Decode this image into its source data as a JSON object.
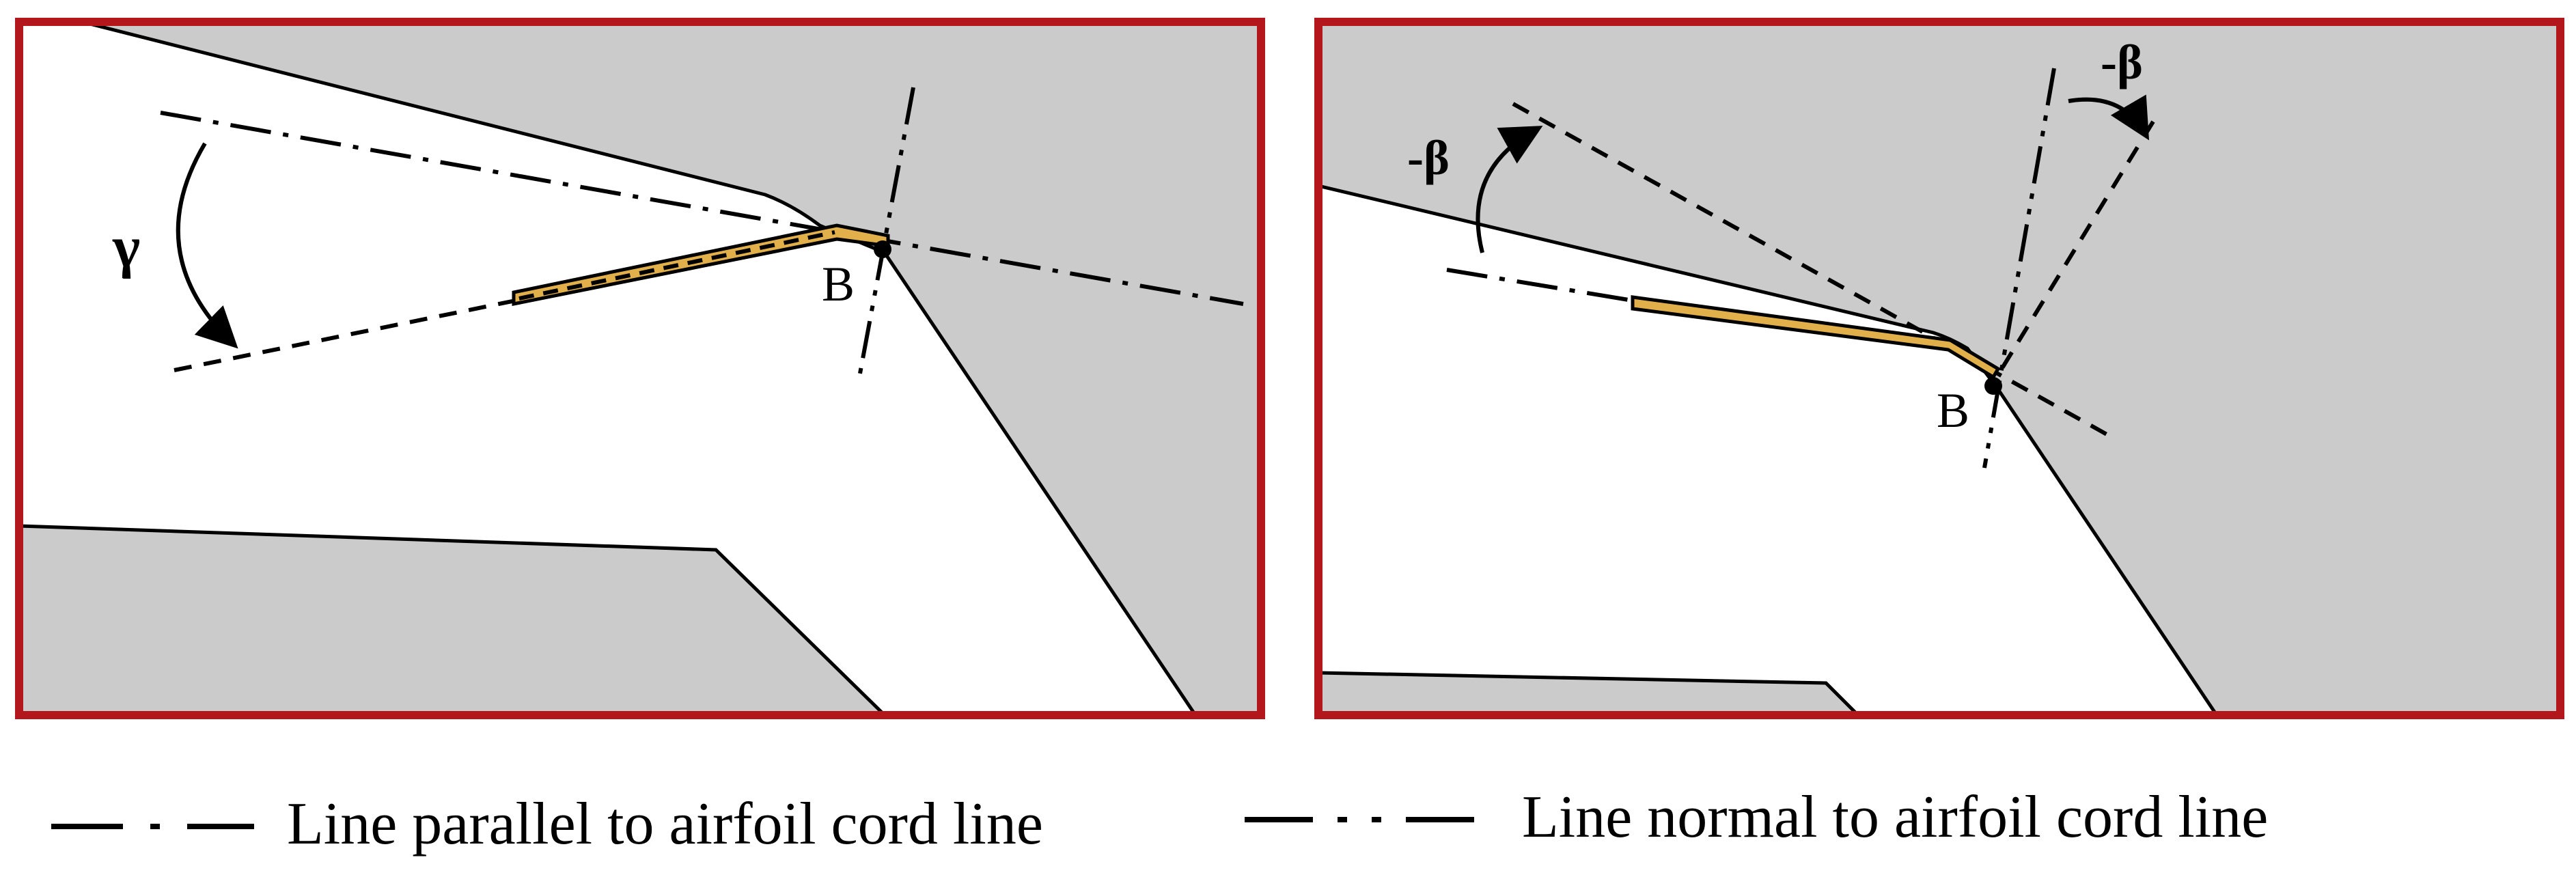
{
  "panels": {
    "left": {
      "point_label": "B",
      "angle_label": "γ"
    },
    "right": {
      "point_label": "B",
      "angle_label_left": "-β",
      "angle_label_top": "-β"
    }
  },
  "legend": [
    {
      "style": "dash-dot",
      "label": "Line parallel to airfoil cord line"
    },
    {
      "style": "dash-dot-dot",
      "label": "Line normal to airfoil cord line"
    }
  ],
  "colors": {
    "frame": "#b3161b",
    "gray_fill": "#cbcbcb",
    "flap": "#e2b04a",
    "line": "#000000"
  }
}
